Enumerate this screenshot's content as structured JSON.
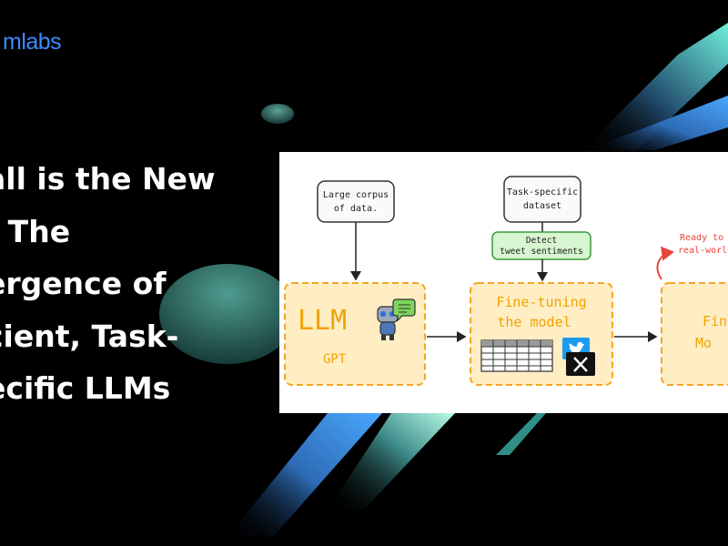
{
  "header": {
    "brand": "mlabs",
    "title_lines": [
      "all is the New",
      ": The",
      "ergence of",
      "cient, Task-",
      "ecific LLMs"
    ]
  },
  "diagram": {
    "corpus_label": [
      "Large corpus",
      "of data."
    ],
    "dataset_label": [
      "Task-specific",
      "dataset"
    ],
    "sentiment_label": [
      "Detect",
      "tweet sentiments"
    ],
    "llm_title": "LLM",
    "llm_subtitle": "GPT",
    "finetune_label": [
      "Fine-tuning",
      "the model"
    ],
    "final_label": [
      "Fin",
      "Mo"
    ],
    "ready_label": [
      "Ready to",
      "real-world"
    ],
    "colors": {
      "box_fill": "#ffedc4",
      "box_border": "#f5a623",
      "text_orange": "#f0a500",
      "sentiment_fill": "#d7f5d0",
      "sentiment_border": "#3a9a3a",
      "ready_red": "#e8453c",
      "twitter_blue": "#1d9bf0"
    },
    "icons": [
      "robot-icon",
      "chat-bubble-icon",
      "table-icon",
      "twitter-bird-icon",
      "x-logo-icon",
      "curved-arrow-icon"
    ]
  }
}
